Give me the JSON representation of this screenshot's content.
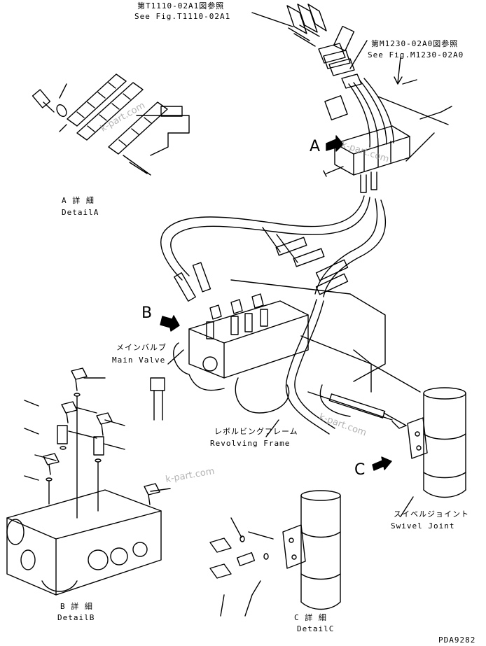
{
  "references": {
    "t1110_jp": "第T1110-02A1図参照",
    "t1110_en": "See Fig.T1110-02A1",
    "m1230_jp": "第M1230-02A0図参照",
    "m1230_en": "See Fig.M1230-02A0"
  },
  "detail_a": {
    "jp": "A 詳 細",
    "en": "DetailA"
  },
  "detail_b": {
    "jp": "B 詳 細",
    "en": "DetailB"
  },
  "detail_c": {
    "jp": "C 詳 細",
    "en": "DetailC"
  },
  "main_valve": {
    "jp": "メインバルブ",
    "en": "Main Valve"
  },
  "revolving_frame": {
    "jp": "レボルビングフレーム",
    "en": "Revolving Frame"
  },
  "swivel_joint": {
    "jp": "スイベルジョイント",
    "en": "Swivel Joint"
  },
  "arrows": {
    "a": "A",
    "b": "B",
    "c": "C"
  },
  "watermark": "k-part.com",
  "page_code": "PDA9282"
}
